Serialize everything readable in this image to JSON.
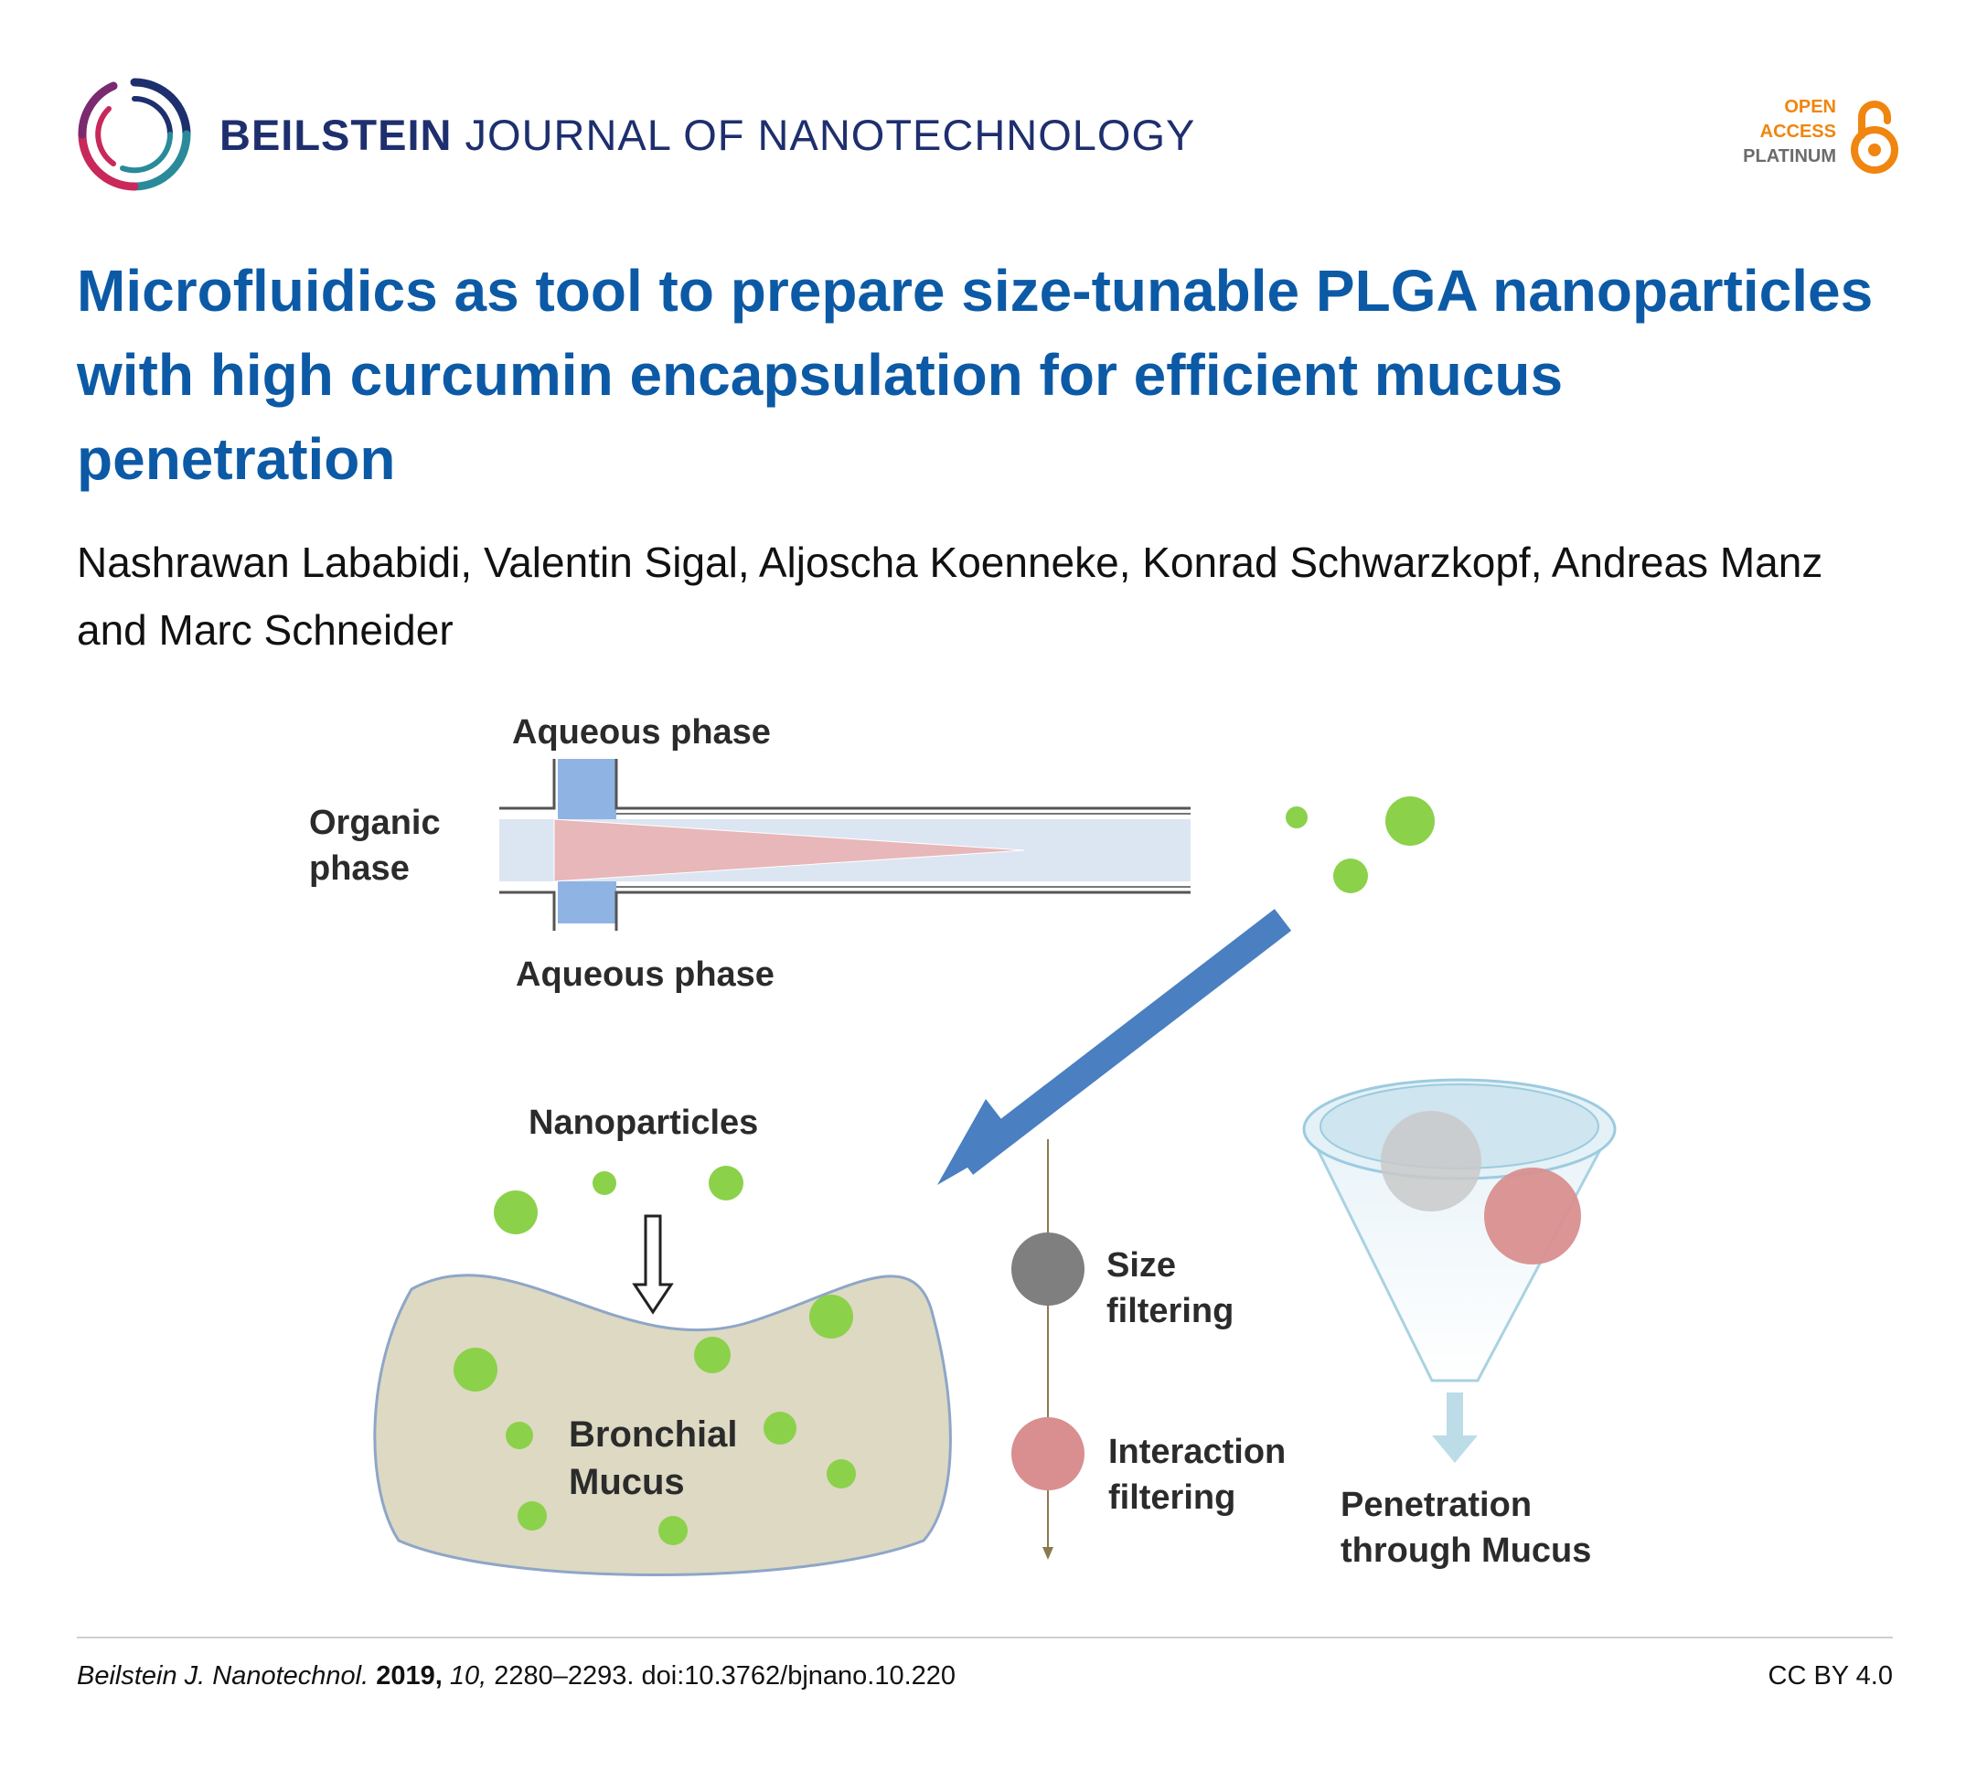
{
  "header": {
    "journal_bold": "BEILSTEIN",
    "journal_rest": "JOURNAL OF NANOTECHNOLOGY",
    "open_access": {
      "line1": "OPEN",
      "line2": "ACCESS",
      "line3": "PLATINUM"
    }
  },
  "article": {
    "title": "Microfluidics as tool to prepare size-tunable PLGA nanoparticles with high curcumin encapsulation for efficient mucus penetration",
    "authors": "Nashrawan Lababidi, Valentin Sigal, Aljoscha Koenneke, Konrad Schwarzkopf, Andreas Manz and Marc Schneider"
  },
  "graphic": {
    "aqueous_top": "Aqueous phase",
    "aqueous_bottom": "Aqueous phase",
    "organic_line1": "Organic",
    "organic_line2": "phase",
    "nanoparticles": "Nanoparticles",
    "bronchial": "Bronchial",
    "mucus": "Mucus",
    "size_line1": "Size",
    "size_line2": "filtering",
    "interaction_line1": "Interaction",
    "interaction_line2": "filtering",
    "penetration_line1": "Penetration",
    "penetration_line2": "through Mucus"
  },
  "footer": {
    "journal_abbrev": "Beilstein J. Nanotechnol.",
    "year": "2019,",
    "volume": "10,",
    "pages_doi": "2280–2293. doi:10.3762/bjnano.10.220",
    "license": "CC BY 4.0"
  },
  "colors": {
    "title_blue": "#0c5aa6",
    "journal_navy": "#1e2f6e",
    "oa_orange": "#f0850f",
    "particle_green": "#8bd14a",
    "arrow_blue": "#4a7fc1"
  }
}
